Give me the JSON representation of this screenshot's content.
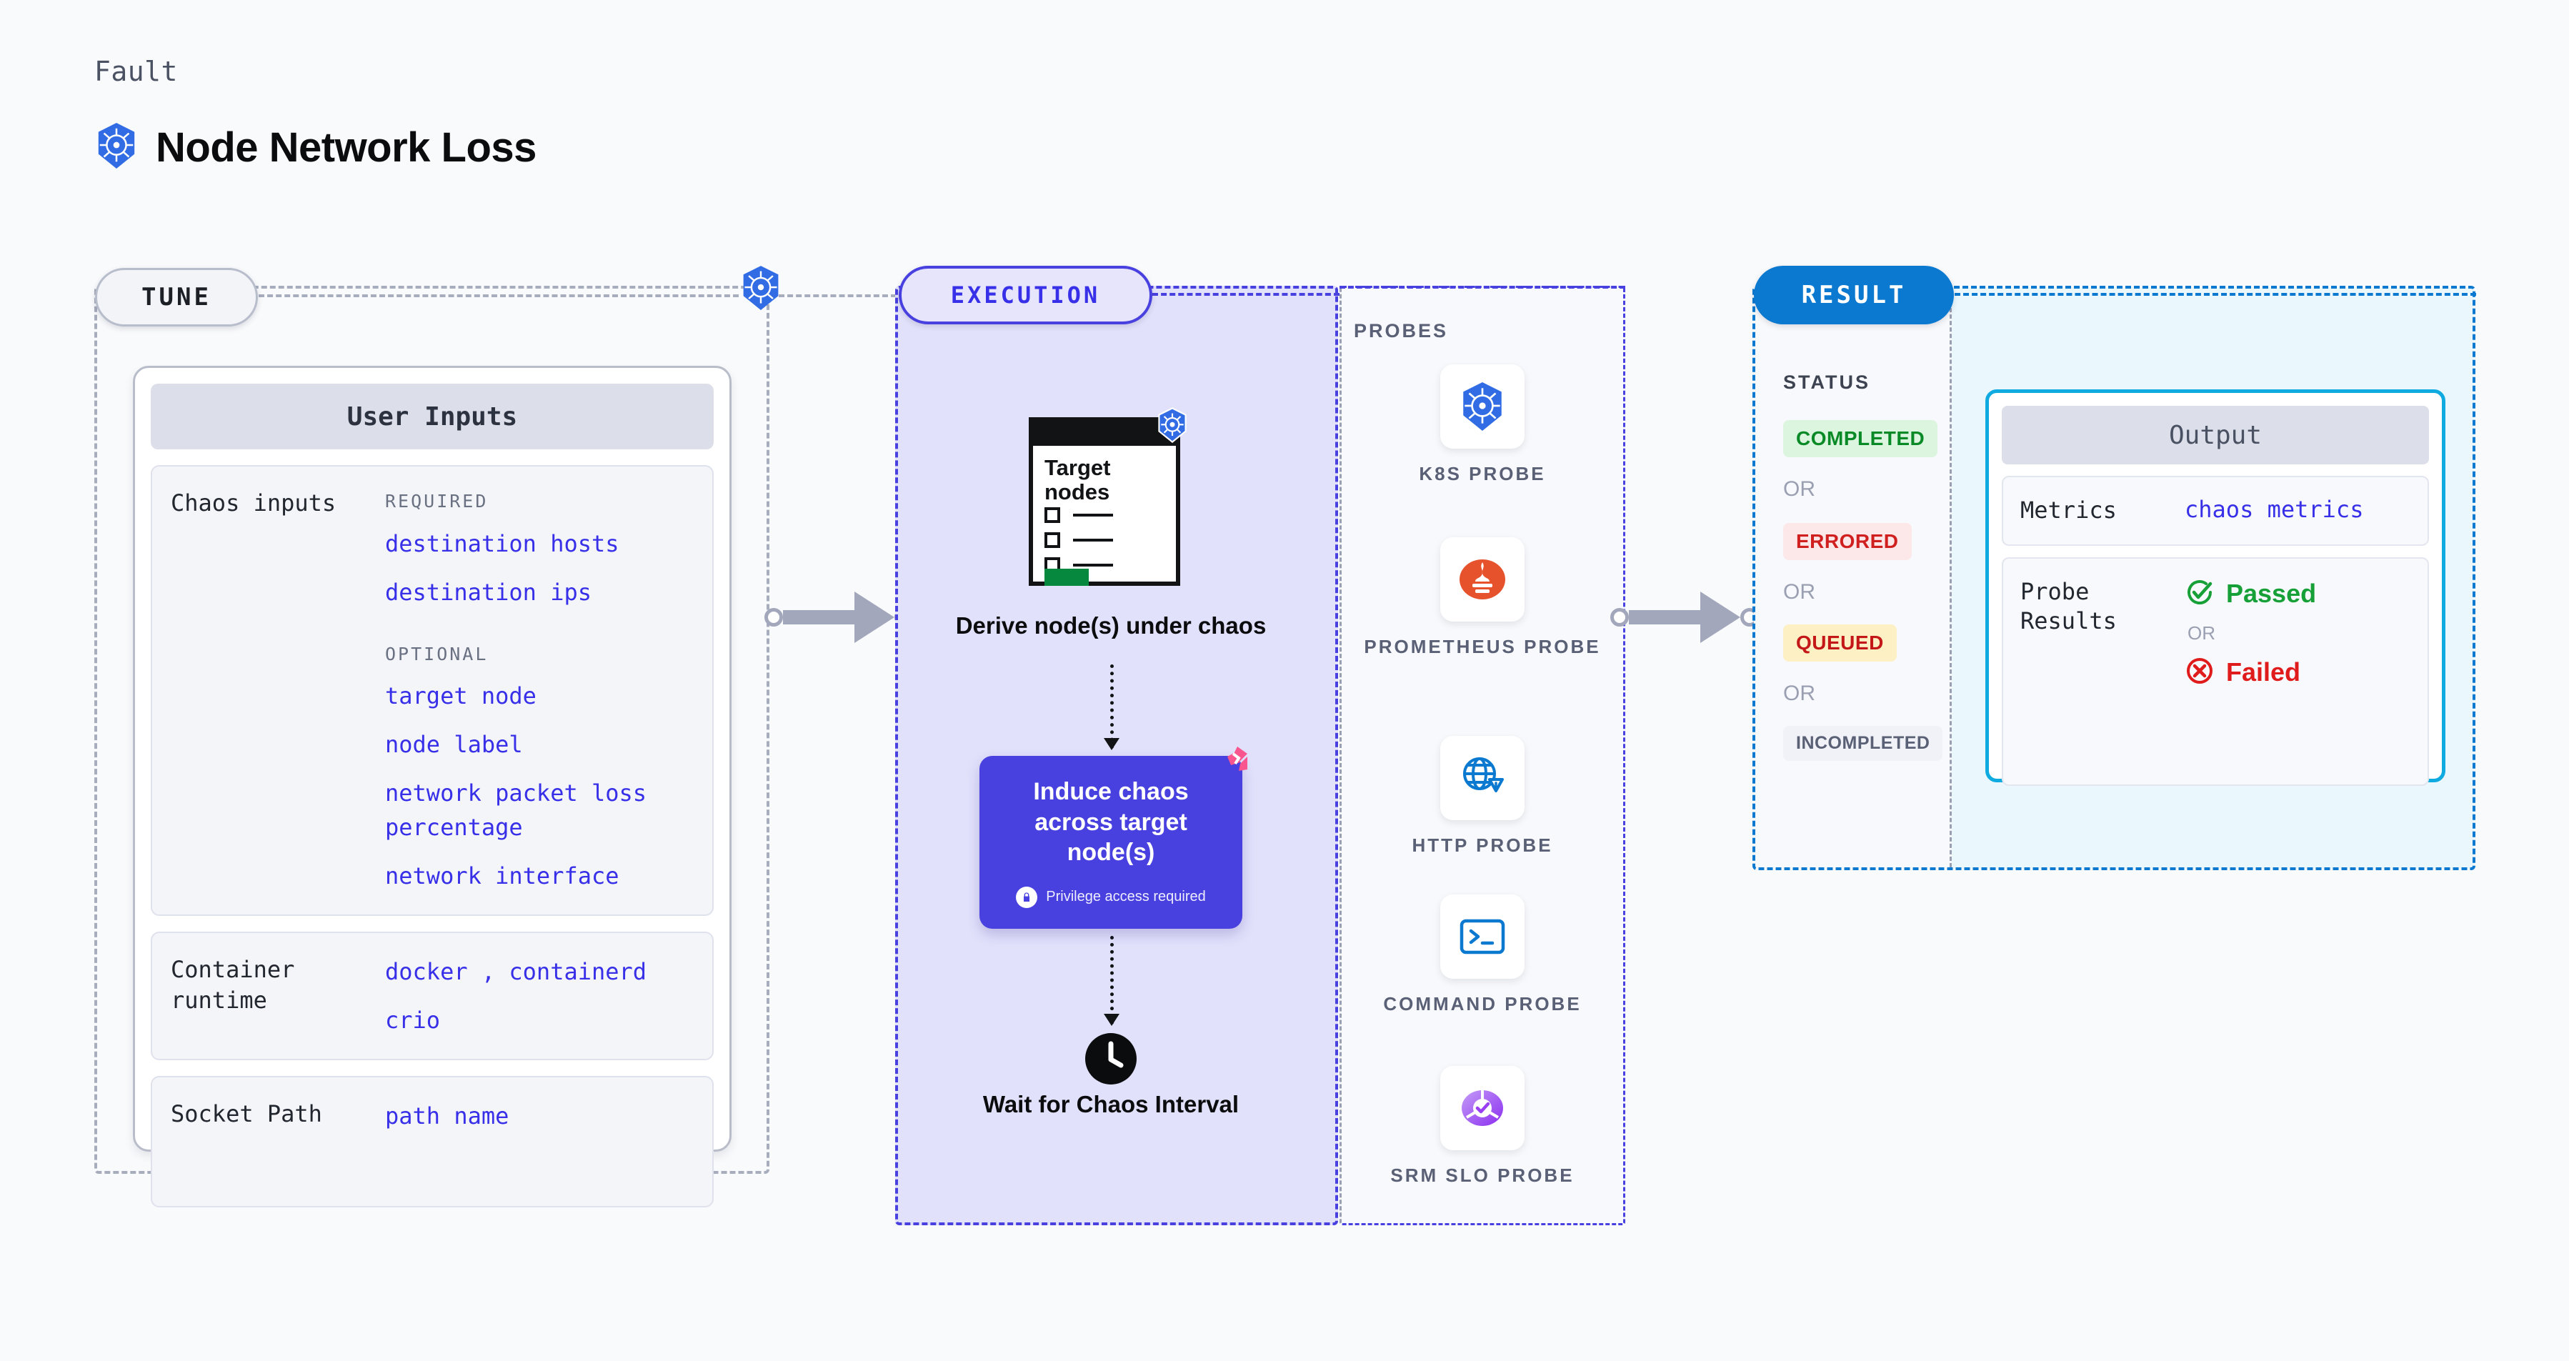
{
  "header": {
    "kicker": "Fault",
    "title": "Node Network Loss",
    "icon": "kubernetes-icon"
  },
  "stages": {
    "tune": {
      "pill": "TUNE"
    },
    "execution": {
      "pill": "EXECUTION"
    },
    "probes": {
      "label": "PROBES"
    },
    "result": {
      "pill": "RESULT"
    }
  },
  "tune": {
    "card_title": "User Inputs",
    "rows": [
      {
        "label": "Chaos inputs",
        "groups": [
          {
            "title": "REQUIRED",
            "values": [
              "destination hosts",
              "destination ips"
            ]
          },
          {
            "title": "OPTIONAL",
            "values": [
              "target node",
              "node label",
              "network packet loss percentage",
              "network interface"
            ]
          }
        ]
      },
      {
        "label": "Container runtime",
        "values_line1": "docker",
        "values_sep": ",",
        "values_line1b": "containerd",
        "values_line2": "crio"
      },
      {
        "label": "Socket Path",
        "value": "path name"
      }
    ]
  },
  "execution": {
    "doc": {
      "title": "Target nodes",
      "icon": "kubernetes-icon",
      "checkbox_count": 3
    },
    "steps": [
      {
        "name": "derive-nodes",
        "caption": "Derive node(s) under chaos"
      },
      {
        "name": "induce-chaos",
        "caption": "Induce chaos across target node(s)",
        "note": "Privilege access required",
        "note_icon": "lock-icon",
        "badge_icon": "harness-logo"
      },
      {
        "name": "wait-interval",
        "caption": "Wait for Chaos Interval",
        "icon": "clock-icon"
      }
    ]
  },
  "probes": [
    {
      "name": "K8S  PROBE",
      "icon": "kubernetes-icon"
    },
    {
      "name": "PROMETHEUS PROBE",
      "icon": "prometheus-icon"
    },
    {
      "name": "HTTP  PROBE",
      "icon": "http-globe-icon"
    },
    {
      "name": "COMMAND PROBE",
      "icon": "terminal-icon"
    },
    {
      "name": "SRM SLO PROBE",
      "icon": "srm-slo-icon"
    }
  ],
  "result": {
    "status_label": "STATUS",
    "or": "OR",
    "statuses": [
      {
        "label": "COMPLETED",
        "bg": "#dbf5de",
        "fg": "#0a8a27"
      },
      {
        "label": "ERRORED",
        "bg": "#fce8e8",
        "fg": "#d01f1f"
      },
      {
        "label": "QUEUED",
        "bg": "#fdf0c4",
        "fg": "#c41717"
      },
      {
        "label": "INCOMPLETED",
        "bg": "#f1f2f7",
        "fg": "#5a6075"
      }
    ],
    "output": {
      "title": "Output",
      "metrics_label": "Metrics",
      "metrics_value": "chaos metrics",
      "probe_results_label": "Probe Results",
      "passed": "Passed",
      "failed": "Failed",
      "or": "OR"
    }
  },
  "colors": {
    "accent_indigo": "#4840df",
    "accent_blue": "#0b79d0",
    "accent_cyan": "#0eaae0",
    "k8s_blue": "#326ce5",
    "harness_pink": "#f9558e",
    "mono_value": "#3730e8"
  }
}
